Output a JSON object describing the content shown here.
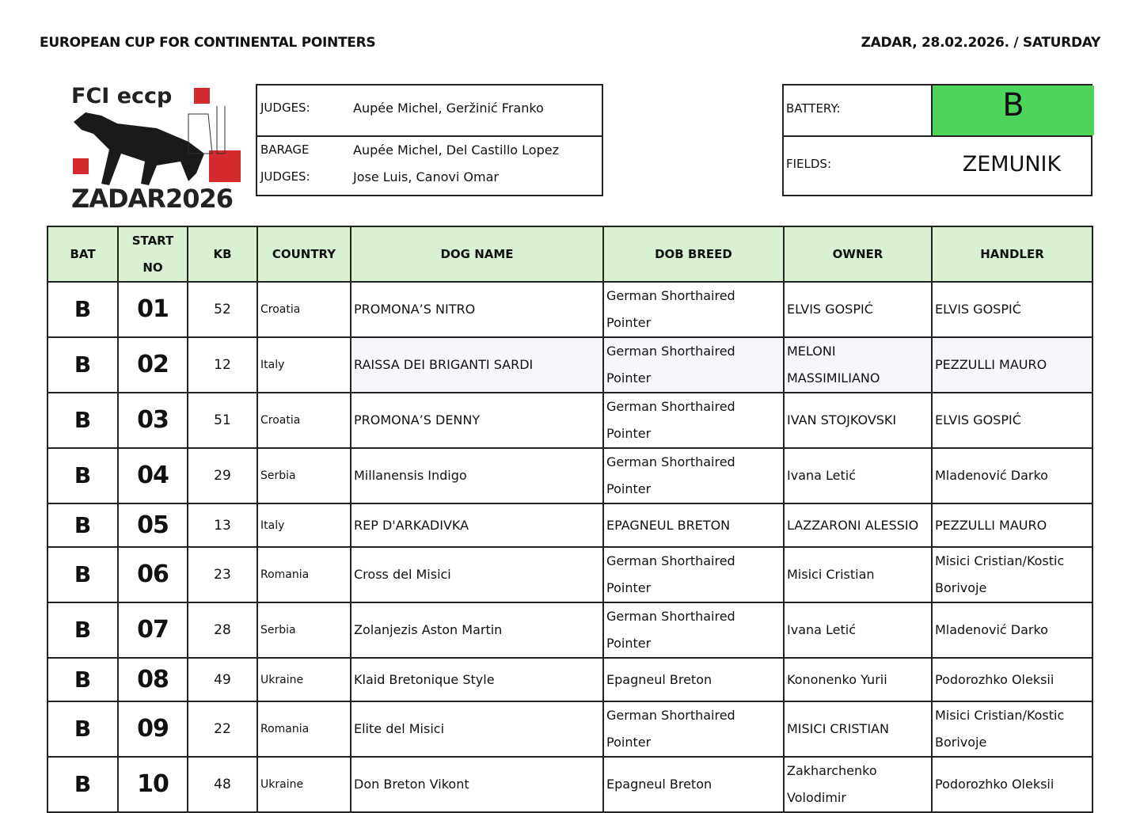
{
  "header": {
    "title": "EUROPEAN CUP FOR CONTINENTAL POINTERS",
    "date": "ZADAR, 28.02.2026. / SATURDAY"
  },
  "logo": {
    "top": "FCI eccp",
    "bottom": "ZADAR2026"
  },
  "judges": {
    "label": "JUDGES:",
    "value": "Aupée Michel, Geržinić Franko",
    "barage_label1": "BARAGE",
    "barage_label2": "JUDGES:",
    "barage_value1": "Aupée Michel, Del Castillo Lopez",
    "barage_value2": "Jose Luis, Canovi Omar"
  },
  "battery": {
    "label": "BATTERY:",
    "value": "B",
    "color": "#4cd55a",
    "fields_label": "FIELDS:",
    "fields_value": "ZEMUNIK"
  },
  "table": {
    "headers": [
      "BAT",
      "START NO",
      "KB",
      "COUNTRY",
      "DOG NAME",
      "DOB BREED",
      "OWNER",
      "HANDLER"
    ],
    "rows": [
      [
        "B",
        "01",
        "52",
        "Croatia",
        "PROMONA’S NITRO",
        "German Shorthaired Pointer",
        "ELVIS GOSPIĆ",
        "ELVIS GOSPIĆ"
      ],
      [
        "B",
        "02",
        "12",
        "Italy",
        "RAISSA DEI BRIGANTI SARDI",
        "German Shorthaired Pointer",
        "MELONI MASSIMILIANO",
        "PEZZULLI MAURO"
      ],
      [
        "B",
        "03",
        "51",
        "Croatia",
        "PROMONA’S DENNY",
        "German Shorthaired Pointer",
        "IVAN STOJKOVSKI",
        "ELVIS GOSPIĆ"
      ],
      [
        "B",
        "04",
        "29",
        "Serbia",
        "Millanensis Indigo",
        "German Shorthaired Pointer",
        "Ivana Letić",
        "Mladenović Darko"
      ],
      [
        "B",
        "05",
        "13",
        "Italy",
        "REP D'ARKADIVKA",
        "EPAGNEUL BRETON",
        "LAZZARONI ALESSIO",
        "PEZZULLI MAURO"
      ],
      [
        "B",
        "06",
        "23",
        "Romania",
        "Cross del Misici",
        "German Shorthaired Pointer",
        "Misici Cristian",
        "Misici Cristian/Kostic Borivoje"
      ],
      [
        "B",
        "07",
        "28",
        "Serbia",
        "Zolanjezis Aston Martin",
        "German Shorthaired Pointer",
        "Ivana Letić",
        "Mladenović Darko"
      ],
      [
        "B",
        "08",
        "49",
        "Ukraine",
        "Klaid Bretonique Style",
        "Epagneul Breton",
        "Kononenko Yurii",
        "Podorozhko Oleksii"
      ],
      [
        "B",
        "09",
        "22",
        "Romania",
        "Elite del Misici",
        "German Shorthaired Pointer",
        "MISICI CRISTIAN",
        "Misici Cristian/Kostic Borivoje"
      ],
      [
        "B",
        "10",
        "48",
        "Ukraine",
        "Don Breton Vikont",
        "Epagneul Breton",
        "Zakharchenko Volodimir",
        "Podorozhko Oleksii"
      ]
    ]
  }
}
